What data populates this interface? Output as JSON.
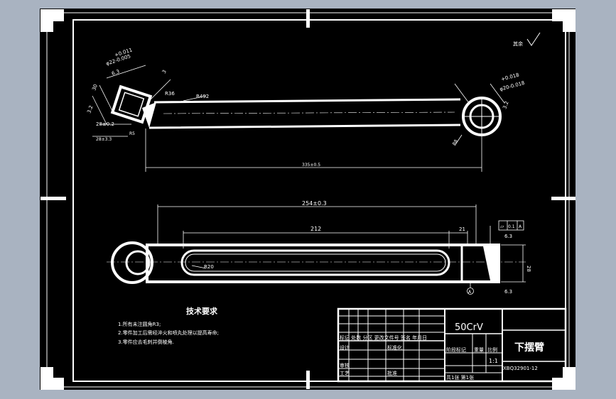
{
  "tech_requirements": {
    "title": "技术要求",
    "items": [
      "1.所有未注圆角R3;",
      "2.零件加工后需经淬火和喷丸处理以提高寿命;",
      "3.零件应去毛刺并倒棱角."
    ]
  },
  "roughness_note": "其余",
  "top_view_dims": {
    "bore_tol": "φ22-0.005",
    "bore_tol_upper": "+0.011",
    "dim_6_3": "6.3",
    "dim_30": "30",
    "dim_3": "3",
    "r36": "R36",
    "r492": "R492",
    "dim_3_2": "3.2",
    "dim_28": "28±0.2",
    "dim_28_3": "28±3.3",
    "r5": "R5",
    "right_bore_upper": "+0.018",
    "right_bore": "φ20-0.018",
    "right_3_2": "3.2",
    "right_r8": "R8",
    "length": "335±0.5"
  },
  "side_view_dims": {
    "len_254": "254±0.3",
    "len_212": "212",
    "len_21": "21",
    "r20": "R20",
    "dim_28": "28",
    "gdt_flat": "▱",
    "gdt_value": "0.1",
    "gdt_datum": "A",
    "rough_top": "6.3",
    "rough_bottom": "6.3",
    "datum_label": "A"
  },
  "title_block": {
    "material": "50CrV",
    "part_name": "下摆臂",
    "drawing_no": "XBQ32901-12",
    "scale": "1:1",
    "header_row": "标记 处数 分区 更改文件号 签名 年月日",
    "design": "设计",
    "standardization": "标准化",
    "stage_mark": "阶段标记",
    "weight": "重量",
    "ratio": "比例",
    "review": "审核",
    "process": "工艺",
    "approve": "批准",
    "sheets": "共1张 第1张"
  },
  "colors": {
    "frame_bg": "#000000",
    "line": "#ffffff",
    "surround": "#a9b3c1"
  }
}
